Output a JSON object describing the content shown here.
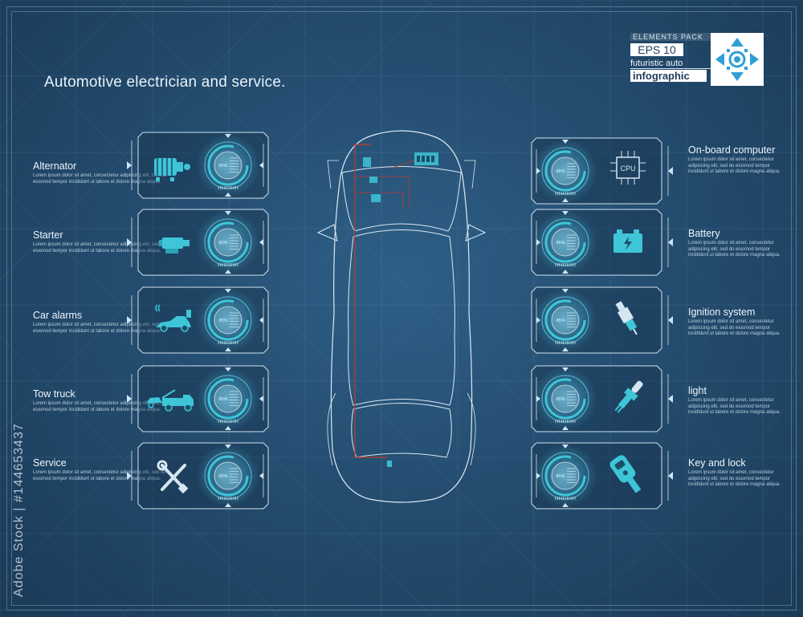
{
  "title": "Automotive electrician and service.",
  "badge": {
    "line1": "ELEMENTS PACK",
    "line2": "EPS 10",
    "line3": "futuristic auto",
    "line4": "infographic",
    "logo_icon": "arrows-logo-icon"
  },
  "watermark": "Adobe Stock | #144653437",
  "gauge_value": "85%",
  "lorem": "Lorem ipsum dolor sit amet, consectetur adipiscing elit, sed do eiusmod tempor incididunt ut labore et dolore magna aliqua.",
  "left_items": [
    {
      "name": "Alternator",
      "icon": "alternator-icon"
    },
    {
      "name": "Starter",
      "icon": "starter-icon"
    },
    {
      "name": "Car alarms",
      "icon": "car-alarm-icon"
    },
    {
      "name": "Tow truck",
      "icon": "tow-truck-icon"
    },
    {
      "name": "Service",
      "icon": "wrench-screwdriver-icon"
    }
  ],
  "right_items": [
    {
      "name": "On-board computer",
      "icon": "cpu-icon",
      "chip_label": "CPU"
    },
    {
      "name": "Battery",
      "icon": "battery-icon"
    },
    {
      "name": "Ignition system",
      "icon": "spark-plug-icon"
    },
    {
      "name": "light",
      "icon": "bulb-icon"
    },
    {
      "name": "Key and lock",
      "icon": "car-key-icon"
    }
  ],
  "colors": {
    "accent": "#3ec6d8",
    "line": "#cfe3f1",
    "wire": "#c0392b"
  }
}
